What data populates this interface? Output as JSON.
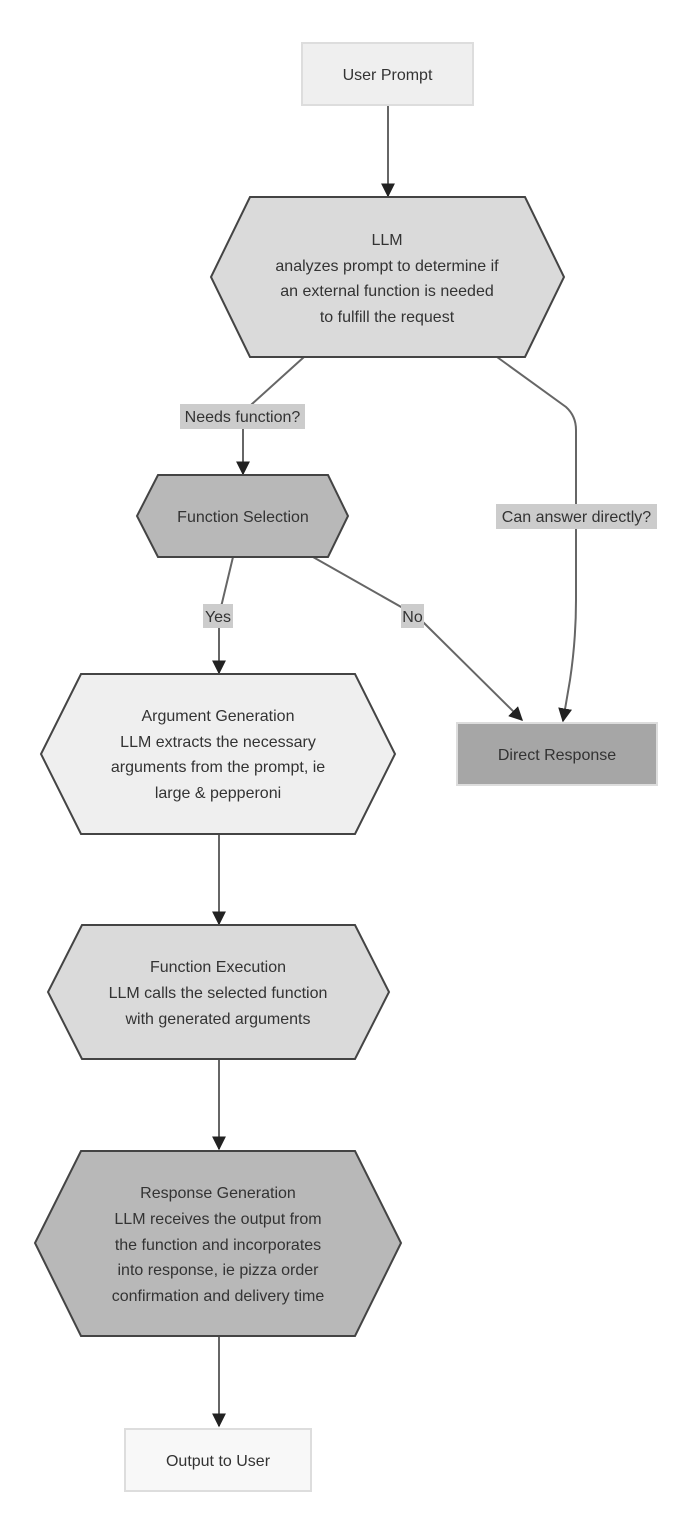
{
  "nodes": {
    "user_prompt": {
      "label": "User Prompt"
    },
    "llm": {
      "title": "LLM",
      "lines": [
        "analyzes prompt to determine if",
        "an external function is needed",
        "to fulfill the request"
      ]
    },
    "function_selection": {
      "label": "Function Selection"
    },
    "direct_response": {
      "label": "Direct Response"
    },
    "argument_generation": {
      "title": "Argument Generation",
      "lines": [
        "LLM extracts the necessary",
        "arguments from the prompt, ie",
        "large & pepperoni"
      ]
    },
    "function_execution": {
      "title": "Function Execution",
      "lines": [
        "LLM calls the selected function",
        "with generated arguments"
      ]
    },
    "response_generation": {
      "title": "Response Generation",
      "lines": [
        "LLM receives the output from",
        "the function and incorporates",
        "into response, ie pizza order",
        "confirmation and delivery time"
      ]
    },
    "output_to_user": {
      "label": "Output to User"
    }
  },
  "edges": {
    "needs_function": "Needs function?",
    "can_answer_directly": "Can answer directly?",
    "yes": "Yes",
    "no": "No"
  },
  "colors": {
    "light_fill": "#efefef",
    "mid_fill": "#dadada",
    "dark_fill": "#b8b8b8",
    "direct_response_fill": "#a6a6a6",
    "output_fill": "#f8f8f8",
    "edge_stroke": "#666666",
    "edge_label_bg": "#cccccc"
  }
}
